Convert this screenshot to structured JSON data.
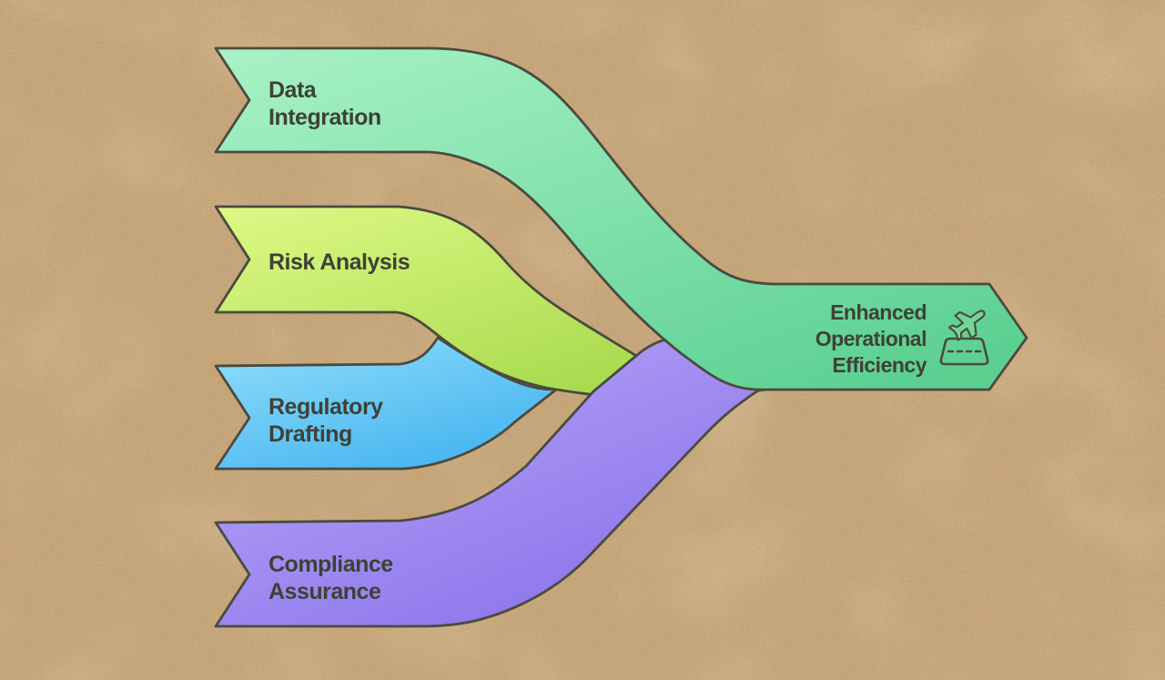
{
  "background": {
    "color": "#c8a77b"
  },
  "outline": {
    "color": "#4b4a40"
  },
  "text_color": "#3e4136",
  "streams": [
    {
      "label_lines": [
        "Data",
        "Integration"
      ],
      "color_from": "#a9f2c6",
      "color_to": "#5bd091"
    },
    {
      "label_lines": [
        "Risk Analysis"
      ],
      "color_from": "#def985",
      "color_to": "#a5d84b"
    },
    {
      "label_lines": [
        "Regulatory",
        "Drafting"
      ],
      "color_from": "#92dffa",
      "color_to": "#45b4f0"
    },
    {
      "label_lines": [
        "Compliance",
        "Assurance"
      ],
      "color_from": "#bcabf8",
      "color_to": "#8770eb"
    }
  ],
  "output": {
    "label_lines": [
      "Enhanced",
      "Operational",
      "Efficiency"
    ],
    "icon": "flight-takeoff-icon",
    "icon_fill": "#72d796"
  }
}
